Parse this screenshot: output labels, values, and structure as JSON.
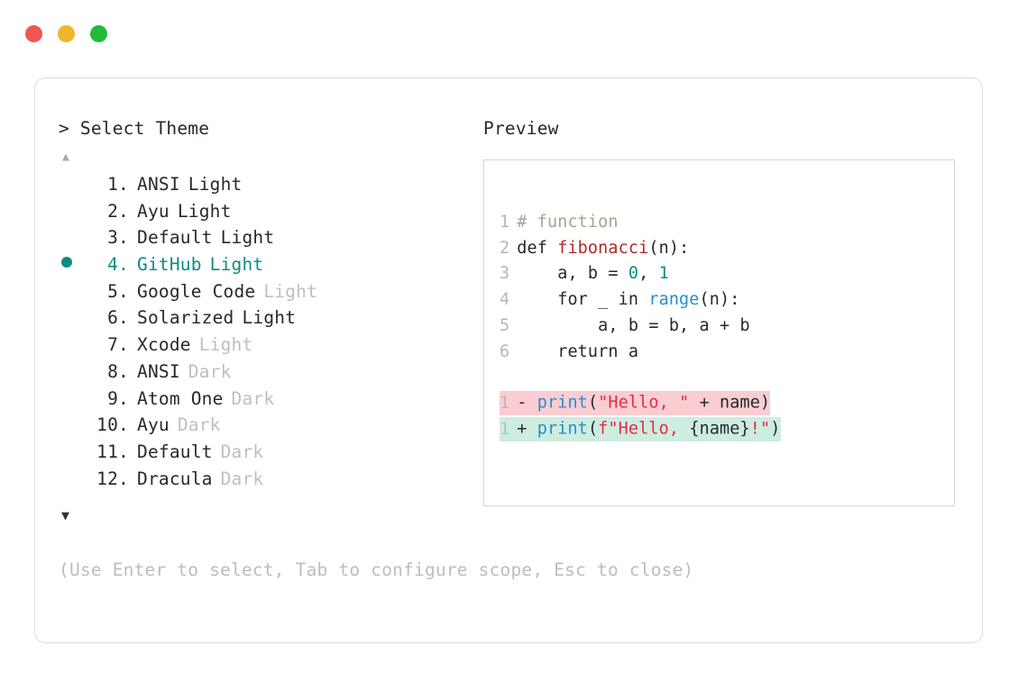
{
  "window": {
    "dots": [
      {
        "name": "close",
        "color": "#f2574f"
      },
      {
        "name": "minimize",
        "color": "#f0b52d"
      },
      {
        "name": "maximize",
        "color": "#22bb39"
      }
    ]
  },
  "selector": {
    "prompt": "> Select Theme",
    "scroll_up_icon": "▲",
    "scroll_down_icon": "▼",
    "selected_index": 4,
    "selected_accent": "#0d8b84",
    "items": [
      {
        "index": "1.",
        "name": "ANSI",
        "variant": "Light",
        "variant_muted": false,
        "selected": false
      },
      {
        "index": "2.",
        "name": "Ayu",
        "variant": "Light",
        "variant_muted": false,
        "selected": false
      },
      {
        "index": "3.",
        "name": "Default",
        "variant": "Light",
        "variant_muted": false,
        "selected": false
      },
      {
        "index": "4.",
        "name": "GitHub",
        "variant": "Light",
        "variant_muted": false,
        "selected": true
      },
      {
        "index": "5.",
        "name": "Google Code",
        "variant": "Light",
        "variant_muted": true,
        "selected": false
      },
      {
        "index": "6.",
        "name": "Solarized",
        "variant": "Light",
        "variant_muted": false,
        "selected": false
      },
      {
        "index": "7.",
        "name": "Xcode",
        "variant": "Light",
        "variant_muted": true,
        "selected": false
      },
      {
        "index": "8.",
        "name": "ANSI",
        "variant": "Dark",
        "variant_muted": true,
        "selected": false
      },
      {
        "index": "9.",
        "name": "Atom One",
        "variant": "Dark",
        "variant_muted": true,
        "selected": false
      },
      {
        "index": "10.",
        "name": "Ayu",
        "variant": "Dark",
        "variant_muted": true,
        "selected": false
      },
      {
        "index": "11.",
        "name": "Default",
        "variant": "Dark",
        "variant_muted": true,
        "selected": false
      },
      {
        "index": "12.",
        "name": "Dracula",
        "variant": "Dark",
        "variant_muted": true,
        "selected": false
      }
    ],
    "hint": "(Use Enter to select, Tab to configure scope, Esc to close)"
  },
  "preview": {
    "label": "Preview",
    "code_lines": [
      {
        "num": "1",
        "tokens": [
          {
            "t": "# function",
            "c": "comment"
          }
        ]
      },
      {
        "num": "2",
        "tokens": [
          {
            "t": "def ",
            "c": "plain"
          },
          {
            "t": "fibonacci",
            "c": "func"
          },
          {
            "t": "(n):",
            "c": "plain"
          }
        ]
      },
      {
        "num": "3",
        "tokens": [
          {
            "t": "    a, b = ",
            "c": "plain"
          },
          {
            "t": "0",
            "c": "num"
          },
          {
            "t": ", ",
            "c": "plain"
          },
          {
            "t": "1",
            "c": "num"
          }
        ]
      },
      {
        "num": "4",
        "tokens": [
          {
            "t": "    for _ in ",
            "c": "plain"
          },
          {
            "t": "range",
            "c": "builtin"
          },
          {
            "t": "(n):",
            "c": "plain"
          }
        ]
      },
      {
        "num": "5",
        "tokens": [
          {
            "t": "        a, b = b, a + b",
            "c": "plain"
          }
        ]
      },
      {
        "num": "6",
        "tokens": [
          {
            "t": "    return a",
            "c": "plain"
          }
        ]
      }
    ],
    "diff_lines": [
      {
        "num": "1",
        "kind": "del",
        "sign": "- ",
        "background": "#f9cdd1",
        "tokens": [
          {
            "t": "print",
            "c": "builtin"
          },
          {
            "t": "(",
            "c": "plain"
          },
          {
            "t": "\"Hello, \"",
            "c": "str"
          },
          {
            "t": " + name)",
            "c": "plain"
          }
        ]
      },
      {
        "num": "1",
        "kind": "add",
        "sign": "+ ",
        "background": "#cdeddf",
        "tokens": [
          {
            "t": "print",
            "c": "builtin"
          },
          {
            "t": "(",
            "c": "plain"
          },
          {
            "t": "f\"Hello, ",
            "c": "str"
          },
          {
            "t": "{name}",
            "c": "plain"
          },
          {
            "t": "!\"",
            "c": "str"
          },
          {
            "t": ")",
            "c": "plain"
          }
        ]
      }
    ]
  }
}
